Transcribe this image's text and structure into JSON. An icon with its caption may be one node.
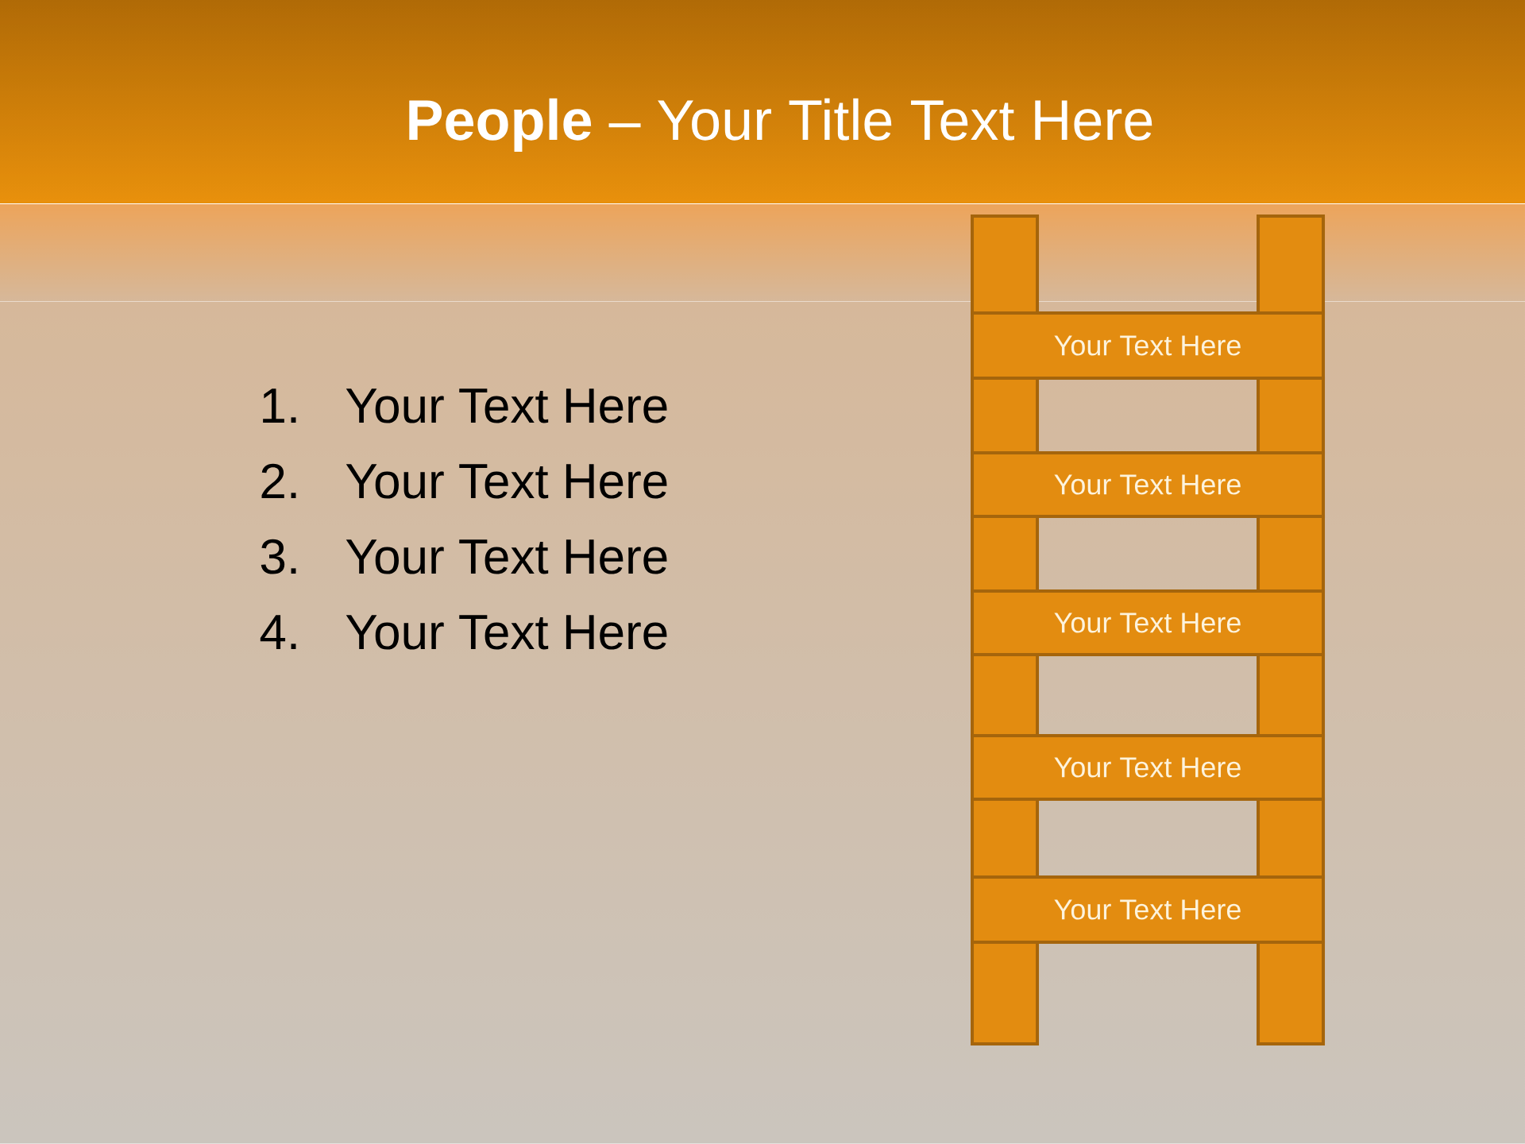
{
  "diagram": {
    "title": "**People** – Your Title Text Here",
    "nodes": [
      {
        "text": [
          "Your Text Here"
        ]
      },
      {
        "text": [
          "Your Text Here"
        ]
      },
      {
        "text": [
          "Your Text Here"
        ]
      },
      {
        "text": [
          "Your Text Here"
        ]
      },
      {
        "text": [
          "Your Text Here"
        ]
      }
    ],
    "labels": [
      "1.",
      "Your Text Here",
      "2.",
      "Your Text Here",
      "3.",
      "Your Text Here",
      "4.",
      "Your Text Here"
    ]
  }
}
